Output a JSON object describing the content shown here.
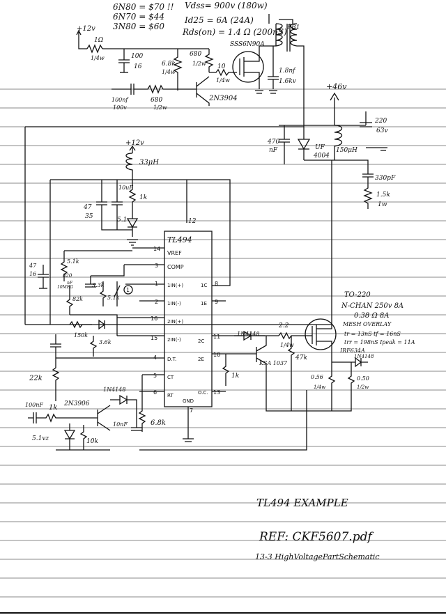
{
  "notes": {
    "prices": [
      "6N80 = $70 !!",
      "6N70 = $44",
      "3N80 = $60"
    ],
    "mosfet_specs": [
      "Vdss= 900v (180w)",
      "Id25 = 6A (24A)",
      "Rds(on) = 1.4 Ω (200nS)"
    ]
  },
  "rails": {
    "v12_top": "+12v",
    "v12_mid": "+12v",
    "v46": "+46v"
  },
  "components": {
    "r_input_val": "1Ω",
    "r_input_pwr": "1/4w",
    "c_100_val": "100",
    "c_100_v": "16",
    "r_68k_a": "6.8k",
    "r_68k_a_pwr": "1/4w",
    "r_680_top": "680",
    "r_680_top_pwr": "1/2w",
    "r_10_val": "10",
    "r_10_pwr": "1/4w",
    "mosfet_main": "SSS6N90A",
    "xfmr": "PB1",
    "c_1n8": "1.8nf",
    "c_1n8_v": "1.6kv",
    "c_100nf": "100nf",
    "c_100nf_v": "100v",
    "r_680_b": "680",
    "r_680_b_pwr": "1/2w",
    "q_2n3904": "2N3904",
    "c_220": "220",
    "c_220_v": "63v",
    "c_470nf": "470",
    "c_470nf_u": "nF",
    "d_uf": "UF",
    "d_uf_num": "4004",
    "l_150": "150μH",
    "l_33": "33μH",
    "c_330pf": "330pF",
    "r_15k": "1.5k",
    "r_15k_pwr": "1w",
    "c_47": "47",
    "c_47_v": "35",
    "c_10uf": "10uF",
    "r_1k_top": "1k",
    "z_51": "5.1",
    "ic": "TL494",
    "c_47_16": "47",
    "c_47_16_v": "16",
    "r_51k": "5.1k",
    "r_820": "820",
    "r_820_sub": "nF",
    "r_10meg": "10MEG",
    "r_82k": "82k",
    "r_33k": "3.3k",
    "r_51k_b": "5.1k",
    "pot_1": "1",
    "r_150k": "150k",
    "r_36k": "3.6k",
    "r_22k": "22k",
    "c_100nf_b": "100nF",
    "r_1k_b": "1k",
    "q_2n3906": "2N3906",
    "d_1n4148_a": "1N4148",
    "z_51v": "5.1vz",
    "r_10k": "10k",
    "c_10nf": "10nF",
    "r_68k_b": "6.8k",
    "r_1k_c": "1k",
    "d_1n4148_b": "1N4148",
    "r_22": "2.2",
    "r_22_pwr": "1/4w",
    "q_ksa": "KSA 1037",
    "r_47k": "47k",
    "r_056": "0.56",
    "r_056_pwr": "1/4w",
    "r_050": "0.50",
    "r_050_pwr": "1/2w",
    "mosfet_out": "IRF634A",
    "d_1n4148_c": "1N4148"
  },
  "ic_pins": {
    "p14": "14",
    "vref": "VREF",
    "p3": "3",
    "comp": "COMP",
    "p1": "1",
    "in1p": "1IN(+)",
    "p2": "2",
    "in1m": "1IN(-)",
    "p16": "16",
    "in2p": "2IN(+)",
    "p15": "15",
    "in2m": "2IN(-)",
    "p4": "4",
    "dt": "D.T.",
    "p5": "5",
    "ct": "CT",
    "p6": "6",
    "rt": "RT",
    "p12": "12",
    "p8": "8",
    "c1": "1C",
    "p9": "9",
    "e1": "1E",
    "p11": "11",
    "c2": "2C",
    "p10": "10",
    "e2": "2E",
    "p13": "13",
    "oc": "O.C.",
    "gnd": "GND",
    "p7": "7"
  },
  "spec_box": [
    "TO-220",
    "N-CHAN 250v 8A",
    "0.38 Ω 8A",
    "MESH OVERLAY",
    "tr = 13nS  tf = 16nS",
    "trr = 198nS  Ipeak = 11A"
  ],
  "footer": {
    "title": "TL494 EXAMPLE",
    "ref": "REF: CKF5607.pdf",
    "subtitle": "13-3 HighVoltagePartSchematic"
  },
  "colors": {
    "ink": "#111111",
    "rule": "#8a8a8a",
    "paper": "#ffffff"
  }
}
